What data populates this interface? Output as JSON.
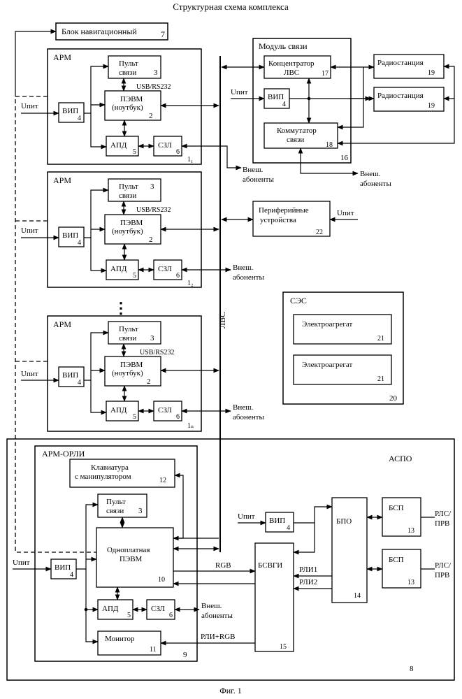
{
  "title": "Структурная схема комплекса",
  "caption": "Фиг. 1",
  "lvs_label": "ЛВС",
  "dots": "⋮",
  "nav": {
    "label": "Блок навигационный",
    "num": "7"
  },
  "arm": [
    {
      "label": "АРМ",
      "pult_a": "Пульт",
      "pult_b": "связи",
      "pult_num": "3",
      "usb": "USB/RS232",
      "pevm_a": "ПЭВМ",
      "pevm_b": "(ноутбук)",
      "pevm_num": "2",
      "vip": "ВИП",
      "vip_num": "4",
      "apd": "АПД",
      "apd_num": "5",
      "szl": "СЗЛ",
      "szl_num": "6",
      "upit": "Uпит",
      "idx": "1₁"
    },
    {
      "label": "АРМ",
      "pult_a": "Пульт",
      "pult_b": "связи",
      "pult_num": "3",
      "usb": "USB/RS232",
      "pevm_a": "ПЭВМ",
      "pevm_b": "(ноутбук)",
      "pevm_num": "2",
      "vip": "ВИП",
      "vip_num": "4",
      "apd": "АПД",
      "apd_num": "5",
      "szl": "СЗЛ",
      "szl_num": "6",
      "upit": "Uпит",
      "idx": "1₂",
      "ext_a": "Внеш.",
      "ext_b": "абоненты"
    },
    {
      "label": "АРМ",
      "pult_a": "Пульт",
      "pult_b": "связи",
      "pult_num": "3",
      "usb": "USB/RS232",
      "pevm_a": "ПЭВМ",
      "pevm_b": "(ноутбук)",
      "pevm_num": "2",
      "vip": "ВИП",
      "vip_num": "4",
      "apd": "АПД",
      "apd_num": "5",
      "szl": "СЗЛ",
      "szl_num": "6",
      "upit": "Uпит",
      "idx": "1ₙ",
      "ext_a": "Внеш.",
      "ext_b": "абоненты"
    }
  ],
  "ext1": {
    "a": "Внеш.",
    "b": "абоненты"
  },
  "comm": {
    "label": "Модуль связи",
    "num": "16",
    "hub_a": "Концентратор",
    "hub_b": "ЛВС",
    "hub_num": "17",
    "vip": "ВИП",
    "vip_num": "4",
    "upit": "Uпит",
    "switch_a": "Коммутатор",
    "switch_b": "связи",
    "switch_num": "18",
    "radio": "Радиостанция",
    "radio_num": "19",
    "ext_a": "Внеш.",
    "ext_b": "абоненты"
  },
  "periph": {
    "a": "Периферийные",
    "b": "устройства",
    "num": "22",
    "upit": "Uпит"
  },
  "ses": {
    "label": "СЭС",
    "num": "20",
    "gen": "Электроагрегат",
    "gen_num": "21"
  },
  "aspo": {
    "label": "АСПО",
    "num": "8",
    "arm_label": "АРМ-ОРЛИ",
    "arm_num": "9",
    "kbd_a": "Клавиатура",
    "kbd_b": "с манипулятором",
    "kbd_num": "12",
    "pult_a": "Пульт",
    "pult_b": "связи",
    "pult_num": "3",
    "pevm_a": "Одноплатная",
    "pevm_b": "ПЭВМ",
    "pevm_num": "10",
    "vip": "ВИП",
    "vip_num": "4",
    "upit": "Uпит",
    "apd": "АПД",
    "apd_num": "5",
    "szl": "СЗЛ",
    "szl_num": "6",
    "ext_a": "Внеш.",
    "ext_b": "абоненты",
    "monitor": "Монитор",
    "monitor_num": "11",
    "rgb": "RGB",
    "rli_rgb": "РЛИ+RGB",
    "bsvgi": "БСВГИ",
    "bsvgi_num": "15",
    "rli1": "РЛИ1",
    "rli2": "РЛИ2",
    "vip2": "ВИП",
    "vip2_num": "4",
    "upit2": "Uпит",
    "bpo": "БПО",
    "bpo_num": "14",
    "bsp": "БСП",
    "bsp_num": "13",
    "rls_a": "РЛС/",
    "rls_b": "ПРВ"
  }
}
